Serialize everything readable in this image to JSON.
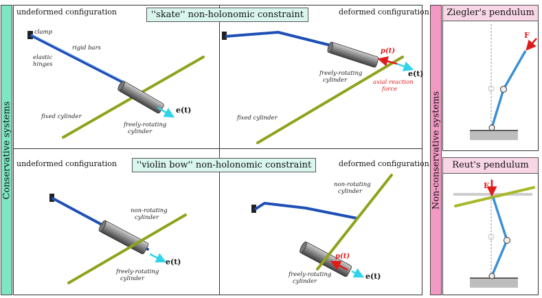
{
  "left_label": "Conservative systems",
  "right_label": "Non-conservative systems",
  "skate": {
    "title": "''skate'' non-holonomic constraint",
    "undeformed_label": "undeformed configuration",
    "deformed_label": "deformed configuration",
    "clamp": "clamp",
    "rigid_bars": "rigid bars",
    "elastic_hinges_1": "elastic",
    "elastic_hinges_2": "hinges",
    "fixed_cylinder": "fixed cylinder",
    "freely_rotating_1": "freely-rotating",
    "freely_rotating_2": "cylinder",
    "e_t": "e(t)",
    "p_t": "p(t)",
    "axial_1": "axial reaction",
    "axial_2": "force"
  },
  "violin": {
    "title": "''violin bow'' non-holonomic constraint",
    "undeformed_label": "undeformed configuration",
    "deformed_label": "deformed configuration",
    "non_rotating_1": "non-rotating",
    "non_rotating_2": "cylinder",
    "freely_rotating_1": "freely-rotating",
    "freely_rotating_2": "cylinder",
    "e_t": "e(t)",
    "p_t": "p(t)"
  },
  "ziegler": {
    "title": "Ziegler's pendulum",
    "force": "F"
  },
  "reut": {
    "title": "Reut's pendulum",
    "force": "F"
  },
  "colors": {
    "left_bar": "#7fe6c4",
    "right_bar": "#f39ac4",
    "rod": "#3b6fd1",
    "fixed_cylinder": "#a7b82a",
    "arrow_cyan": "#2fd4e8",
    "force_red": "#e01b1b"
  }
}
